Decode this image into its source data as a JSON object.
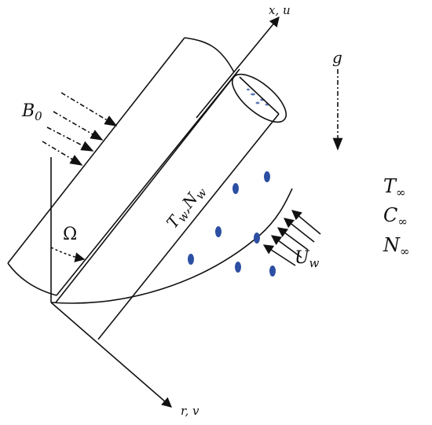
{
  "labels": {
    "x_axis": "x, u",
    "r_axis": "r, v",
    "gravity": "g",
    "magnetic_base": "B",
    "magnetic_sub": "0",
    "angle": "Ω",
    "wall_T": "T",
    "wall_T_sub": "w",
    "wall_sep": ",",
    "wall_N": "N",
    "wall_N_sub": "w",
    "free_T": "T",
    "free_C": "C",
    "free_N": "N",
    "inf_sub": "∞",
    "velocity_base": "U",
    "velocity_sub": "w"
  },
  "colors": {
    "line": "#111111",
    "nanoparticle": "#2c4fa3"
  }
}
